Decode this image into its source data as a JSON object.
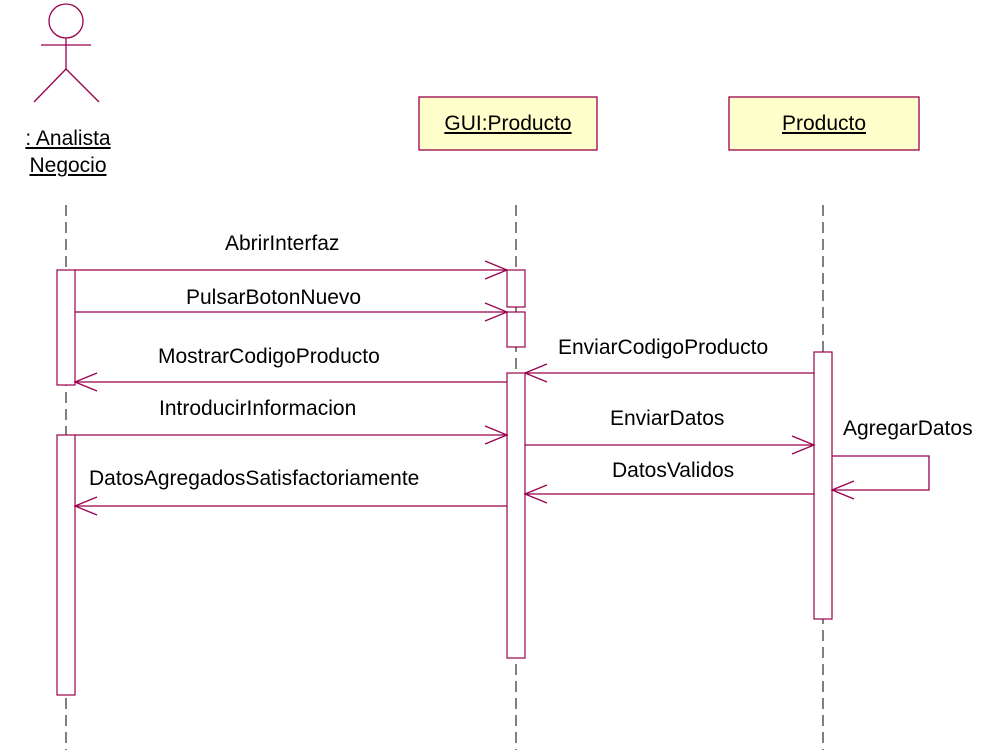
{
  "actor": {
    "line1": ": Analista",
    "line2": "Negocio"
  },
  "objects": [
    {
      "name": "GUI:Producto"
    },
    {
      "name": "Producto"
    }
  ],
  "messages": [
    {
      "label": "AbrirInterfaz",
      "from": "actor",
      "to": "gui"
    },
    {
      "label": "PulsarBotonNuevo",
      "from": "actor",
      "to": "gui"
    },
    {
      "label": "EnviarCodigoProducto",
      "from": "producto",
      "to": "gui"
    },
    {
      "label": "MostrarCodigoProducto",
      "from": "gui",
      "to": "actor"
    },
    {
      "label": "IntroducirInformacion",
      "from": "actor",
      "to": "gui"
    },
    {
      "label": "EnviarDatos",
      "from": "gui",
      "to": "producto"
    },
    {
      "label": "AgregarDatos",
      "from": "producto",
      "to": "producto"
    },
    {
      "label": "DatosValidos",
      "from": "producto",
      "to": "gui"
    },
    {
      "label": "DatosAgregadosSatisfactoriamente",
      "from": "gui",
      "to": "actor"
    }
  ],
  "colors": {
    "line": "#99004d",
    "object_fill": "#ffffcc",
    "lifeline": "#000000"
  }
}
